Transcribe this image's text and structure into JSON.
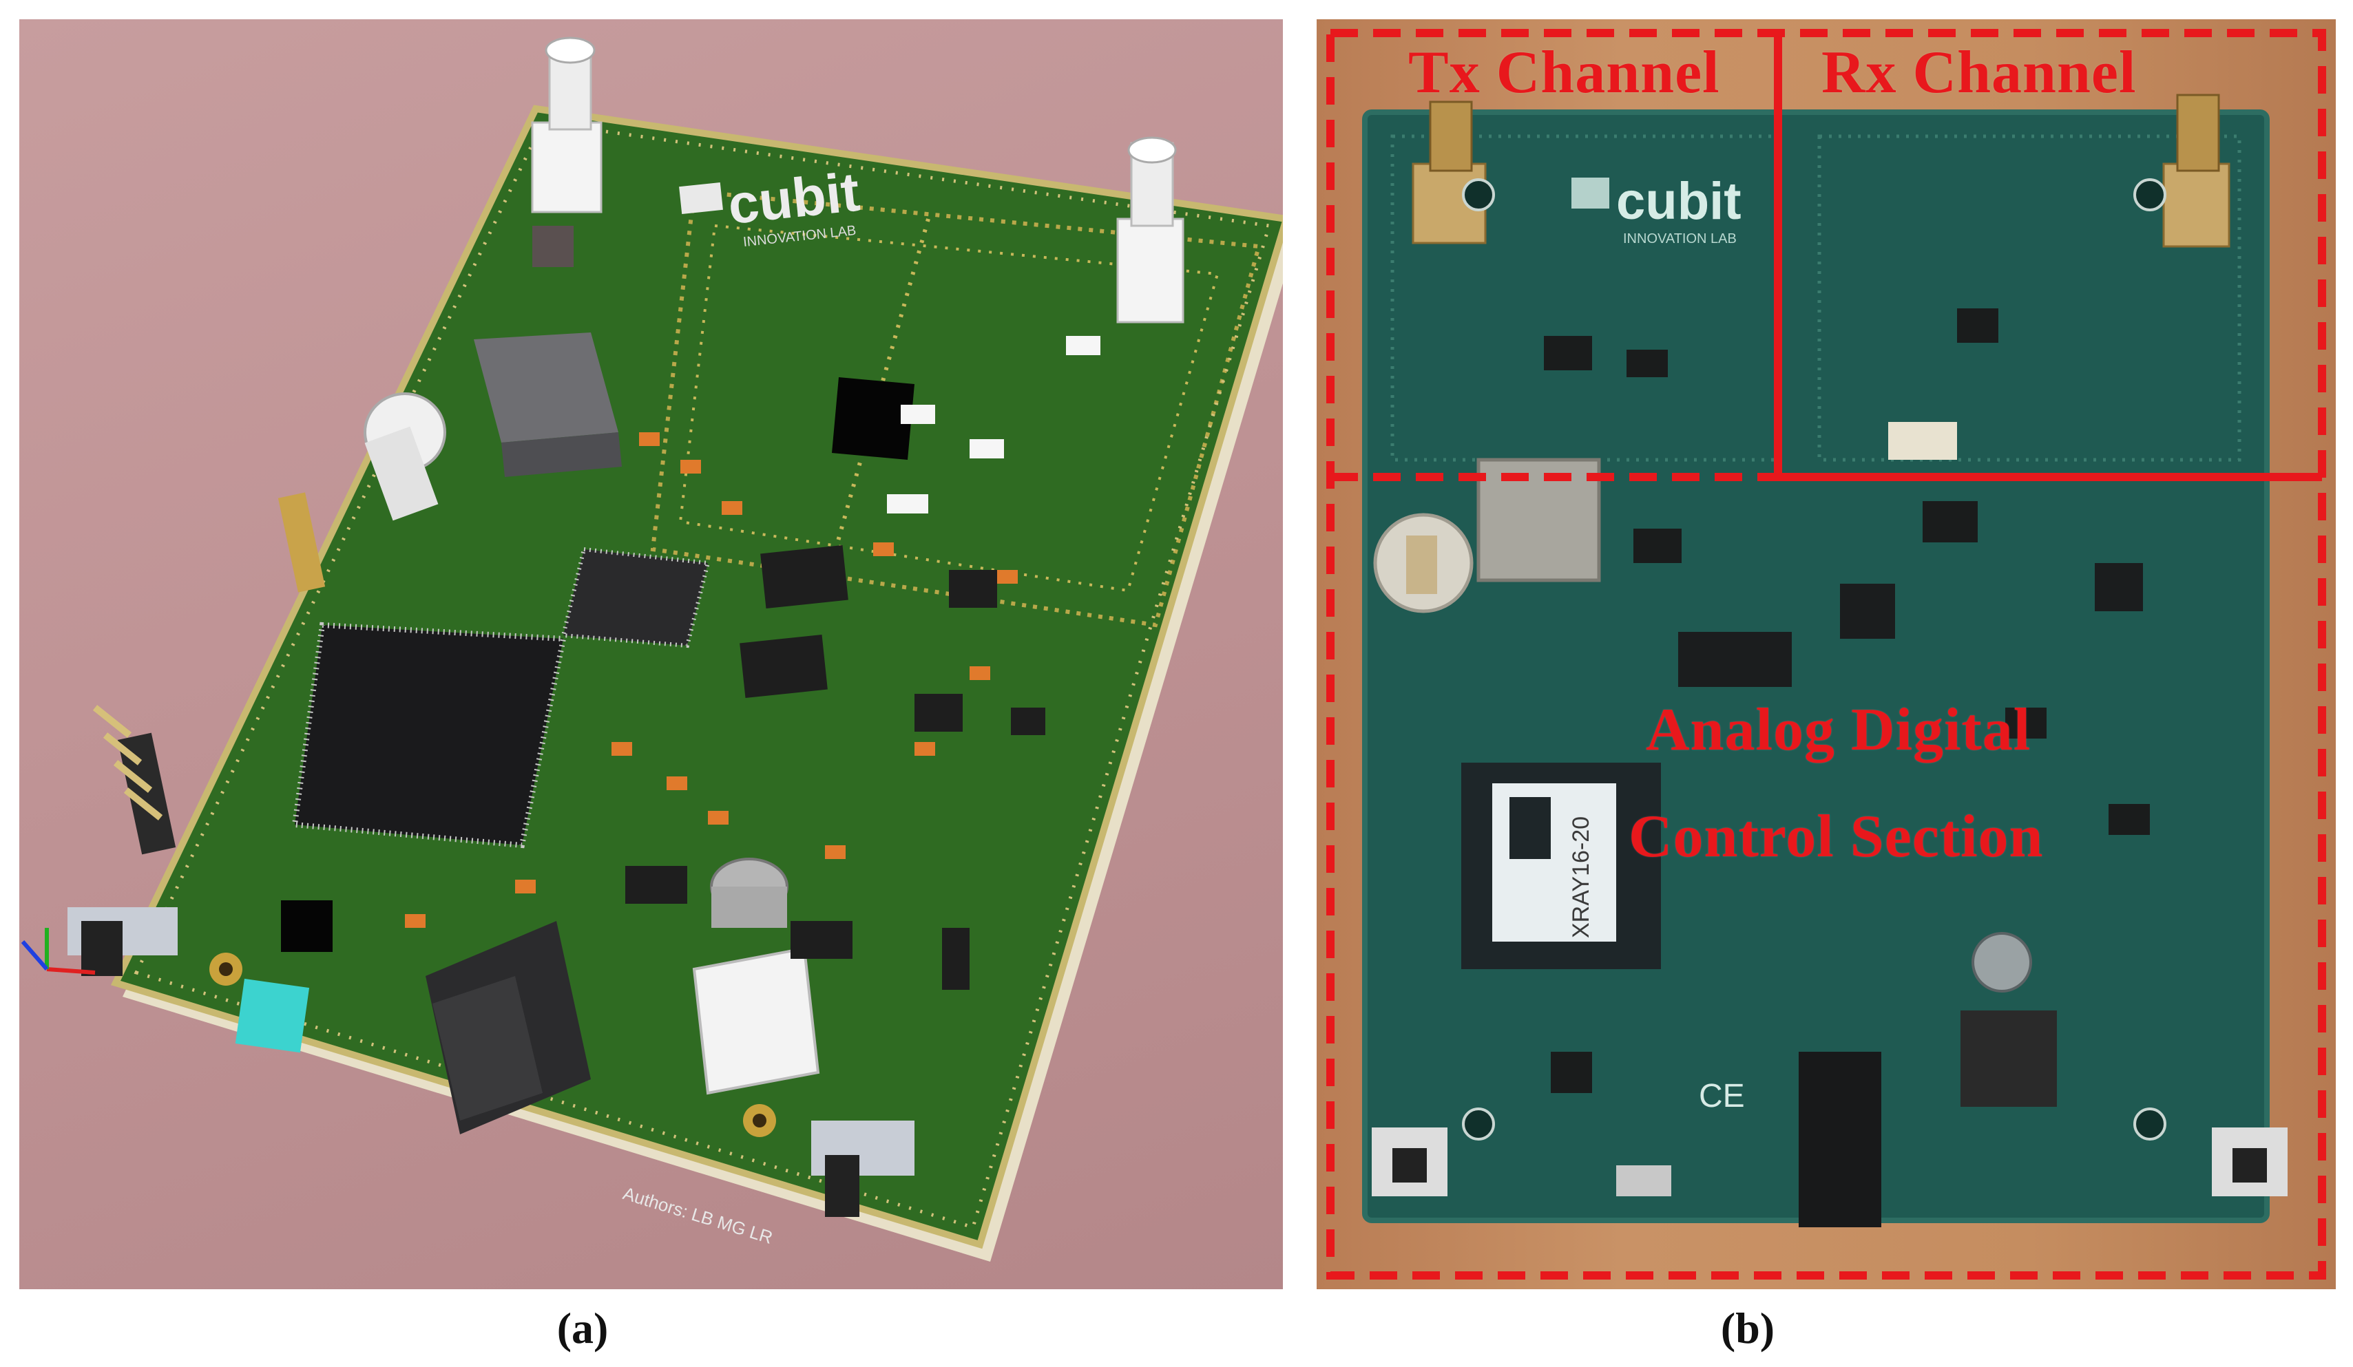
{
  "panel_a": {
    "caption": "(a)",
    "logo_text": "cubit",
    "logo_subtext": "INNOVATION LAB",
    "footer_text": "Authors: LB  MG  LR"
  },
  "panel_b": {
    "caption": "(b)",
    "logo_text": "cubit",
    "logo_subtext": "INNOVATION LAB",
    "overlay_labels": {
      "tx": "Tx Channel",
      "rx": "Rx Channel",
      "section_line1": "Analog Digital",
      "section_line2": "Control Section"
    },
    "module_label": "XRAY16-20",
    "ce_mark": "CE"
  },
  "colors": {
    "overlay_red": "#e8181c",
    "pcb_green_render": "#2f6b22",
    "pcb_green_photo": "#1f5a52",
    "background_render": "#c49a9b"
  }
}
